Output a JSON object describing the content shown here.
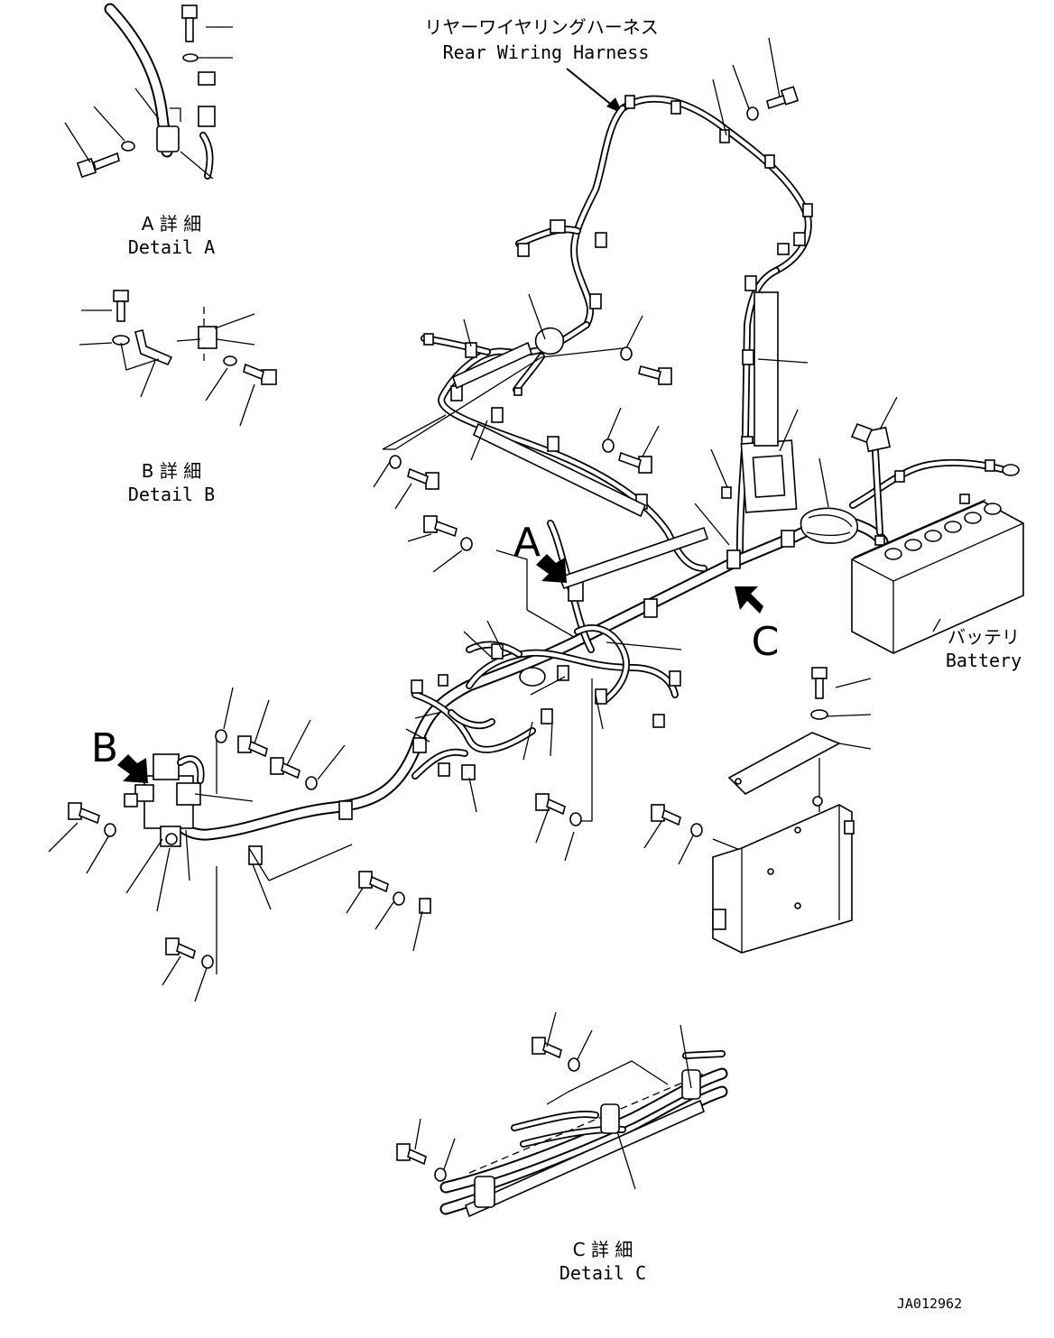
{
  "labels": {
    "rear_harness_jp": "リヤーワイヤリングハーネス",
    "rear_harness_en": "Rear Wiring Harness",
    "detail_a_jp": "A 詳 細",
    "detail_a_en": "Detail A",
    "detail_b_jp": "B 詳 細",
    "detail_b_en": "Detail B",
    "detail_c_jp": "C 詳 細",
    "detail_c_en": "Detail C",
    "battery_jp": "バッテリ",
    "battery_en": "Battery",
    "view_a": "A",
    "view_b": "B",
    "view_c": "C",
    "drawing_id": "JA012962"
  },
  "icons": {
    "bolt": "bolt-icon",
    "washer": "washer-icon",
    "clamp": "clamp-icon",
    "view_arrow": "view-arrow-icon"
  }
}
